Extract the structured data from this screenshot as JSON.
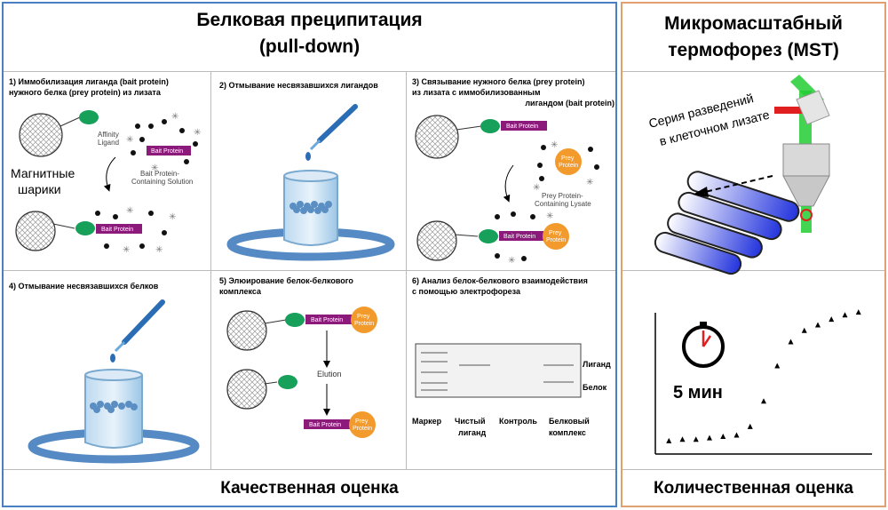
{
  "left_title_line1": "Белковая преципитация",
  "left_title_line2": "(pull-down)",
  "right_title_line1": "Микромасштабный",
  "right_title_line2": "термофорез (MST)",
  "left_footer": "Качественная оценка",
  "right_footer": "Количественная оценка",
  "panels": {
    "p1": {
      "line1": "1) Иммобилизация лиганда (bait protein)",
      "line2": "нужного белка (prey protein) из лизата"
    },
    "p2": {
      "line1": "2) Отмывание несвязавшихся лигандов"
    },
    "p3": {
      "line1": "3) Связывание нужного белка (prey protein)",
      "line2": "из лизата  с  иммобилизованным",
      "line3": "лигандом (bait protein)"
    },
    "p4": {
      "line1": "4) Отмывание несвязавшихся белков"
    },
    "p5": {
      "line1": "5) Элюирование белок-белкового",
      "line2": "комплекса"
    },
    "p6": {
      "line1": "6) Анализ белок-белкового взаимодействия",
      "line2": "с помощью электрофореза"
    }
  },
  "labels": {
    "affinity1": "Affinity",
    "affinity2": "Ligand",
    "bait_protein": "Bait Protein",
    "bait_solution1": "Bait Protein-",
    "bait_solution2": "Containing Solution",
    "magnetic1": "Магнитные",
    "magnetic2": "шарики",
    "prey1": "Prey",
    "prey2": "Protein",
    "prey_lysate1": "Prey Protein-",
    "prey_lysate2": "Containing Lysate",
    "elution": "Elution",
    "gel_ligand": "Лиганд",
    "gel_protein": "Белок",
    "gel_marker": "Маркер",
    "gel_pure1": "Чистый",
    "gel_pure2": "лиганд",
    "gel_control": "Контроль",
    "gel_complex1": "Белковый",
    "gel_complex2": "комплекс",
    "mst_series1": "Серия разведений",
    "mst_series2": "в клеточном лизате",
    "time": "5 мин"
  },
  "colors": {
    "left_border": "#4a7fc1",
    "right_border": "#e0a070",
    "ligand": "#16a05a",
    "bait": "#8b1a7a",
    "prey": "#f39a2c"
  },
  "chart_data": {
    "type": "scatter",
    "points": [
      [
        1,
        0.02
      ],
      [
        2,
        0.03
      ],
      [
        3,
        0.03
      ],
      [
        4,
        0.04
      ],
      [
        5,
        0.05
      ],
      [
        6,
        0.06
      ],
      [
        7,
        0.12
      ],
      [
        8,
        0.3
      ],
      [
        9,
        0.55
      ],
      [
        10,
        0.72
      ],
      [
        11,
        0.8
      ],
      [
        12,
        0.84
      ],
      [
        13,
        0.88
      ],
      [
        14,
        0.91
      ],
      [
        15,
        0.93
      ]
    ],
    "xlim": [
      0,
      16
    ],
    "ylim": [
      0,
      1
    ]
  }
}
